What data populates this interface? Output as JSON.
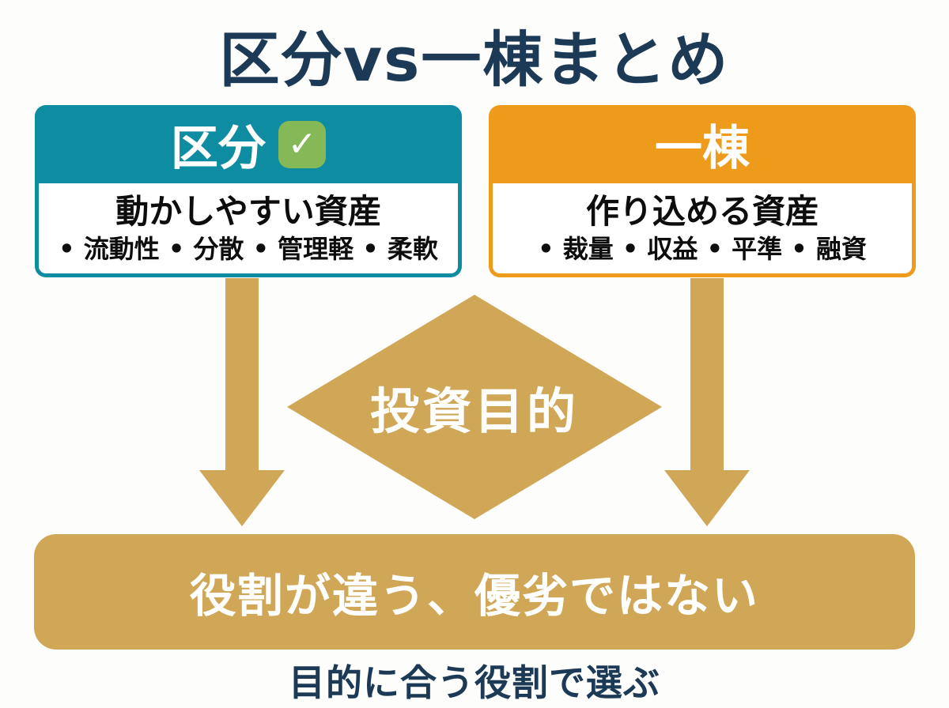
{
  "title": "区分vs一棟まとめ",
  "cards": {
    "kubun": {
      "header": "区分",
      "check": "✓",
      "subtitle": "動かしやすい資産",
      "bullets": [
        "流動性",
        "分散",
        "管理軽",
        "柔軟"
      ]
    },
    "itto": {
      "header": "一棟",
      "subtitle": "作り込める資産",
      "bullets": [
        "裁量",
        "収益",
        "平準",
        "融資"
      ]
    }
  },
  "diamond": {
    "label": "投資目的"
  },
  "banner": {
    "label": "役割が違う、優劣ではない"
  },
  "footer": {
    "note": "目的に合う役割で選ぶ"
  },
  "colors": {
    "navy": "#1c3a55",
    "teal": "#0d8ca2",
    "orange": "#ee9b1b",
    "gold": "#d0a756",
    "green": "#85b957"
  }
}
